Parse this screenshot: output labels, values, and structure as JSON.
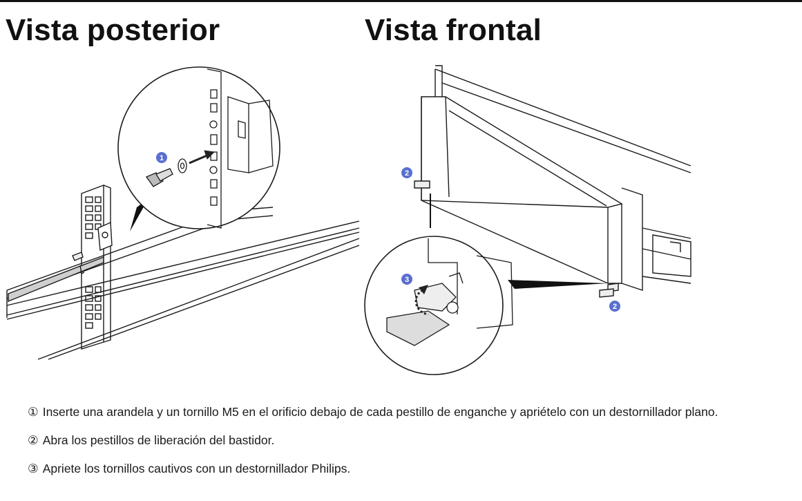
{
  "headings": {
    "rear": "Vista posterior",
    "front": "Vista frontal"
  },
  "callouts": {
    "one": "1",
    "two": "2",
    "three": "3"
  },
  "steps": [
    {
      "marker": "①",
      "text": "Inserte una arandela y un tornillo M5 en el orificio debajo de cada pestillo de enganche y apriételo con un destornillador plano."
    },
    {
      "marker": "②",
      "text": "Abra los pestillos de liberación del bastidor."
    },
    {
      "marker": "③",
      "text": "Apriete los tornillos cautivos con un destornillador Philips."
    }
  ],
  "colors": {
    "callout": "#5a6fd0",
    "line": "#1a1a1a",
    "text": "#111111"
  }
}
